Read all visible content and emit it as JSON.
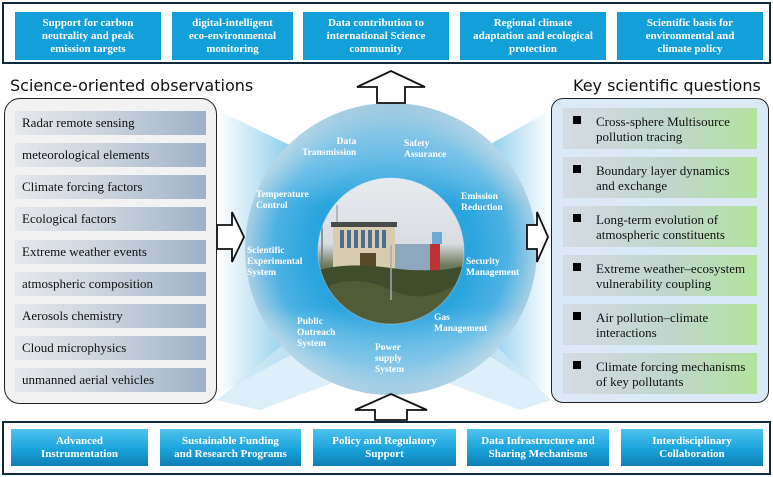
{
  "outcomes": [
    "Support for carbon neutrality and peak emission targets",
    "digital-intelligent eco-environmental monitoring",
    "Data contribution to international Science community",
    "Regional climate adaptation and ecological protection",
    "Scientific basis for environmental and climate policy"
  ],
  "outcomes_lines": [
    [
      "Support for carbon",
      "neutrality and peak",
      "emission targets"
    ],
    [
      "digital-intelligent",
      "eco-environmental",
      "monitoring"
    ],
    [
      "Data contribution to",
      "international Science",
      "community"
    ],
    [
      "Regional climate",
      "adaptation and ecological",
      "protection"
    ],
    [
      "Scientific basis for",
      "environmental and",
      "climate policy"
    ]
  ],
  "left_panel": {
    "title": "Science-oriented observations",
    "items": [
      "Radar remote sensing",
      "meteorological elements",
      "Climate forcing factors",
      "Ecological factors",
      "Extreme weather events",
      "atmospheric composition",
      "Aerosols chemistry",
      "Cloud microphysics",
      "unmanned aerial vehicles"
    ]
  },
  "right_panel": {
    "title": "Key scientific questions",
    "items": [
      [
        "Cross-sphere Multisource",
        "pollution tracing"
      ],
      [
        "Boundary layer dynamics",
        "and exchange"
      ],
      [
        "Long-term evolution of",
        "atmospheric constituents"
      ],
      [
        "Extreme weather–ecosystem",
        "vulnerability coupling"
      ],
      [
        "Air pollution–climate",
        "interactions"
      ],
      [
        "Climate forcing mechanisms",
        "of key pollutants"
      ]
    ]
  },
  "center": {
    "image_alt": "observation station building on hilltop",
    "ring_labels": [
      [
        "Data",
        "Transmission"
      ],
      [
        "Safety",
        "Assurance"
      ],
      [
        "Emission",
        "Reduction"
      ],
      [
        "Security",
        "Management"
      ],
      [
        "Gas",
        "Management"
      ],
      [
        "Power",
        "supply",
        "System"
      ],
      [
        "Public",
        "Outreach",
        "System"
      ],
      [
        "Scientific",
        "Experimental",
        "System"
      ],
      [
        "Temperature",
        "Control"
      ]
    ]
  },
  "foundations": [
    [
      "Advanced",
      "Instrumentation"
    ],
    [
      "Sustainable Funding",
      "and Research Programs"
    ],
    [
      "Policy and Regulatory",
      "Support"
    ],
    [
      "Data Infrastructure and",
      "Sharing Mechanisms"
    ],
    [
      "Interdisciplinary",
      "Collaboration"
    ]
  ],
  "colors": {
    "top_box": "#13a0d8",
    "frame": "#0e2a3b",
    "ring_blue": "#3aaee0",
    "right_panel_bg": "#dbe8f6",
    "left_panel_bg": "#f2f2f2"
  }
}
